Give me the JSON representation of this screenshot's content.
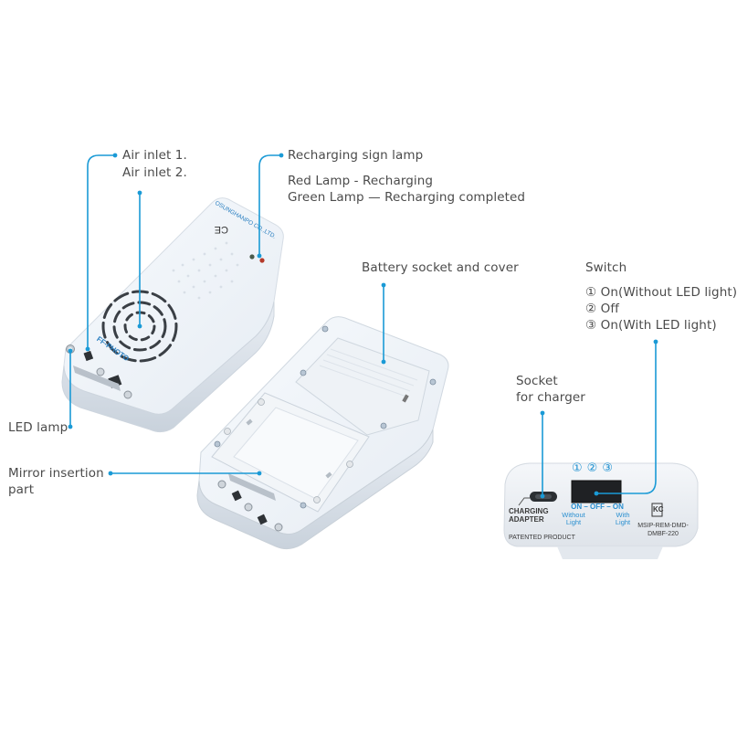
{
  "diagram": {
    "accent_color": "#1a9ad6",
    "callouts": {
      "air_inlet": {
        "lines": [
          "Air inlet 1.",
          "Air inlet 2."
        ]
      },
      "recharging_lamp": {
        "title": "Recharging sign lamp",
        "lines": [
          "Red Lamp - Recharging",
          "Green Lamp — Recharging completed"
        ]
      },
      "battery": {
        "title": "Battery socket and cover"
      },
      "switch": {
        "title": "Switch",
        "options": [
          "① On(Without LED light)",
          "② Off",
          "③ On(With LED light)"
        ]
      },
      "charger_socket": {
        "lines": [
          "Socket",
          "for charger"
        ]
      },
      "led_lamp": {
        "title": "LED lamp"
      },
      "mirror": {
        "lines": [
          "Mirror insertion",
          "part"
        ]
      }
    },
    "device_front": {
      "brand_text": "FF-PHOTO",
      "maker_text": "OSUNGHANPO CO.,LTD.",
      "ce_mark": "CE"
    },
    "device_side": {
      "charging_label": [
        "CHARGING",
        "ADAPTER"
      ],
      "switch_numbers": [
        "①",
        "②",
        "③"
      ],
      "switch_positions": "ON – OFF – ON",
      "without_light": [
        "Without",
        "Light"
      ],
      "with_light": [
        "With",
        "Light"
      ],
      "patent_text": "PATENTED PRODUCT",
      "kc_mark": "KC",
      "cert_code": [
        "MSIP-REM-DMD-",
        "DMBF-220"
      ]
    }
  }
}
